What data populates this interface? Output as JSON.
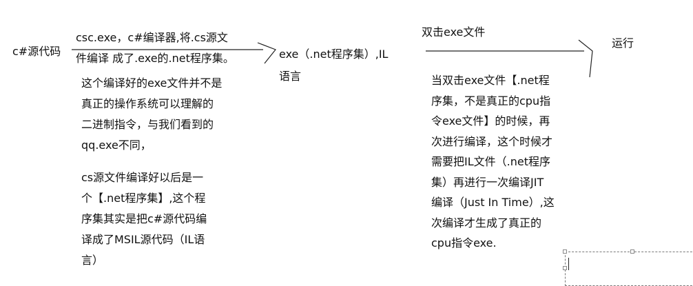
{
  "nodes": {
    "source_code": "c#源代码",
    "arrow1_label_line1": "csc.exe，c#编译器,将.cs源文",
    "arrow1_label_line2": "件编译  成了.exe的.net程序集。",
    "exe_assembly_line1": "exe（.net程序集）,IL",
    "exe_assembly_line2": "语言",
    "arrow2_label": "双击exe文件",
    "run": "运行"
  },
  "notes": {
    "compile_note": [
      "这个编译好的exe文件并不是",
      "真正的操作系统可以理解的",
      "二进制指令，与我们看到的",
      "qq.exe不同，"
    ],
    "msil_note": [
      "cs源文件编译好以后是一",
      "个【.net程序集】,这个程",
      "序集其实是把c#源代码编",
      "译成了MSIL源代码（IL语",
      "言）"
    ],
    "jit_note": [
      "当双击exe文件【.net程",
      "序集，不是真正的cpu指",
      "令exe文件】的时候，再",
      "次进行编译，这个时候才",
      "需要把IL文件（.net程序",
      "集）再进行一次编译JIT",
      "编译（Just In Time）,这",
      "次编译才生成了真正的",
      "cpu指令exe."
    ]
  },
  "colors": {
    "text": "#111111",
    "line": "#222222",
    "selection_border": "#777777"
  }
}
